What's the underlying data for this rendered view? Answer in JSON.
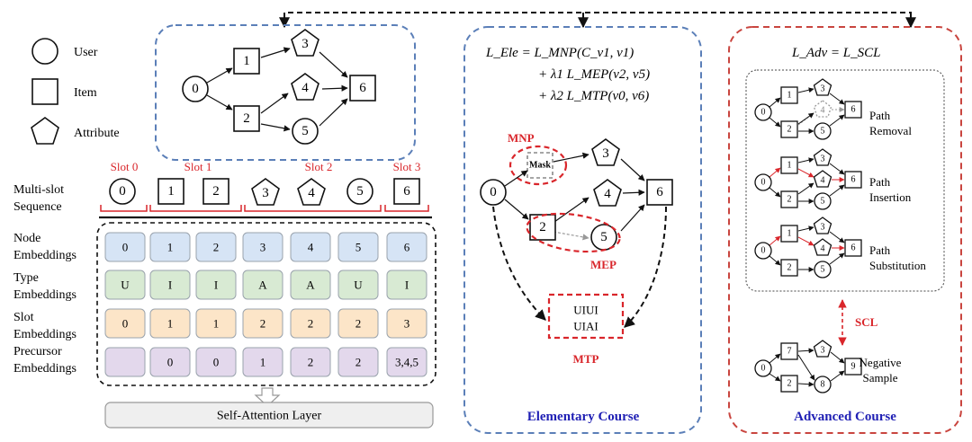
{
  "legend": {
    "user": "User",
    "item": "Item",
    "attribute": "Attribute"
  },
  "graph_nodes": [
    "0",
    "1",
    "2",
    "3",
    "4",
    "5",
    "6"
  ],
  "slots": {
    "labels": [
      "Slot 0",
      "Slot 1",
      "Slot 2",
      "Slot 3"
    ],
    "sequence_label_line1": "Multi-slot",
    "sequence_label_line2": "Sequence"
  },
  "embeddings": {
    "row_labels": [
      [
        "Node",
        "Embeddings"
      ],
      [
        "Type",
        "Embeddings"
      ],
      [
        "Slot",
        "Embeddings"
      ],
      [
        "Precursor",
        "Embeddings"
      ]
    ],
    "node": [
      "0",
      "1",
      "2",
      "3",
      "4",
      "5",
      "6"
    ],
    "type": [
      "U",
      "I",
      "I",
      "A",
      "A",
      "U",
      "I"
    ],
    "slot": [
      "0",
      "1",
      "1",
      "2",
      "2",
      "2",
      "3"
    ],
    "precursor": [
      "",
      "0",
      "0",
      "1",
      "2",
      "2",
      "3,4,5"
    ],
    "colors": {
      "node": "#d6e4f5",
      "type": "#d8ead3",
      "slot": "#fce5c8",
      "precursor": "#e3d8ec"
    }
  },
  "self_attention": "Self-Attention Layer",
  "elementary": {
    "eq_line1": "L_Ele = L_MNP(C_v1, v1)",
    "eq_line2": "+ λ1 L_MEP(v2, v5)",
    "eq_line3": "+ λ2 L_MTP(v0, v6)",
    "mnp": "MNP",
    "mask": "Mask",
    "mep": "MEP",
    "mtp": "MTP",
    "mtp_box_line1": "UIUI",
    "mtp_box_line2": "UIAI",
    "title": "Elementary Course"
  },
  "advanced": {
    "eq": "L_Adv = L_SCL",
    "path_removal": [
      "Path",
      "Removal"
    ],
    "path_insertion": [
      "Path",
      "Insertion"
    ],
    "path_substitution": [
      "Path",
      "Substitution"
    ],
    "scl": "SCL",
    "negative_sample": [
      "Negative",
      "Sample"
    ],
    "neg_nodes": [
      "0",
      "7",
      "2",
      "3",
      "8",
      "9"
    ],
    "title": "Advanced Course"
  }
}
